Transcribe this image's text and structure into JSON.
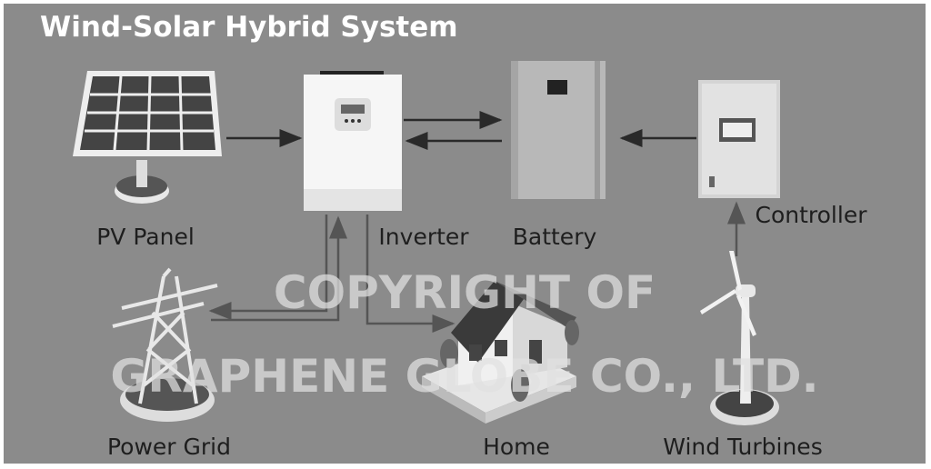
{
  "title": "Wind-Solar Hybrid System",
  "components": {
    "pv_panel": "PV Panel",
    "inverter": "Inverter",
    "battery": "Battery",
    "controller": "Controller",
    "power_grid": "Power Grid",
    "home": "Home",
    "wind_turbines": "Wind Turbines"
  },
  "watermark": {
    "line1": "COPYRIGHT OF",
    "line2": "GRAPHENE GLOBE CO., LTD."
  },
  "colors": {
    "background": "#8b8b8b",
    "arrow": "#2a2a2a",
    "title": "#ffffff"
  }
}
